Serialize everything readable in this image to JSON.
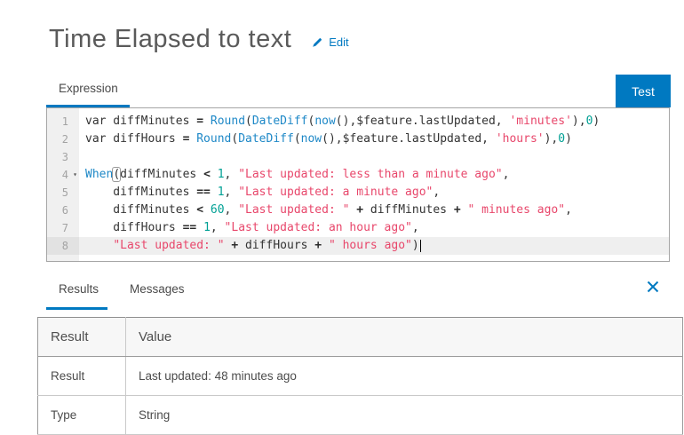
{
  "header": {
    "title": "Time Elapsed to text",
    "edit_label": "Edit"
  },
  "toolbar": {
    "expression_tab_label": "Expression",
    "test_button_label": "Test"
  },
  "colors": {
    "accent": "#0079c1",
    "code_function": "#1e88c7",
    "code_string": "#e8476b",
    "code_number": "#00a094",
    "active_line_bg": "#efefef"
  },
  "editor": {
    "lines": [
      {
        "num": "1",
        "tokens": [
          {
            "t": "var diffMinutes ",
            "c": "d"
          },
          {
            "t": "=",
            "c": "o"
          },
          {
            "t": " ",
            "c": "d"
          },
          {
            "t": "Round",
            "c": "k"
          },
          {
            "t": "(",
            "c": "d"
          },
          {
            "t": "DateDiff",
            "c": "k"
          },
          {
            "t": "(",
            "c": "d"
          },
          {
            "t": "now",
            "c": "k"
          },
          {
            "t": "(),$feature.lastUpdated, ",
            "c": "d"
          },
          {
            "t": "'minutes'",
            "c": "s"
          },
          {
            "t": "),",
            "c": "d"
          },
          {
            "t": "0",
            "c": "n"
          },
          {
            "t": ")",
            "c": "d"
          }
        ]
      },
      {
        "num": "2",
        "tokens": [
          {
            "t": "var diffHours ",
            "c": "d"
          },
          {
            "t": "=",
            "c": "o"
          },
          {
            "t": " ",
            "c": "d"
          },
          {
            "t": "Round",
            "c": "k"
          },
          {
            "t": "(",
            "c": "d"
          },
          {
            "t": "DateDiff",
            "c": "k"
          },
          {
            "t": "(",
            "c": "d"
          },
          {
            "t": "now",
            "c": "k"
          },
          {
            "t": "(),$feature.lastUpdated, ",
            "c": "d"
          },
          {
            "t": "'hours'",
            "c": "s"
          },
          {
            "t": "),",
            "c": "d"
          },
          {
            "t": "0",
            "c": "n"
          },
          {
            "t": ")",
            "c": "d"
          }
        ]
      },
      {
        "num": "3",
        "tokens": []
      },
      {
        "num": "4",
        "fold": true,
        "tokens": [
          {
            "t": "When",
            "c": "k"
          },
          {
            "t": "(",
            "c": "m"
          },
          {
            "t": "diffMinutes ",
            "c": "d"
          },
          {
            "t": "<",
            "c": "o"
          },
          {
            "t": " ",
            "c": "d"
          },
          {
            "t": "1",
            "c": "n"
          },
          {
            "t": ", ",
            "c": "d"
          },
          {
            "t": "\"Last updated: less than a minute ago\"",
            "c": "s"
          },
          {
            "t": ",",
            "c": "d"
          }
        ]
      },
      {
        "num": "5",
        "tokens": [
          {
            "t": "    diffMinutes ",
            "c": "d"
          },
          {
            "t": "==",
            "c": "o"
          },
          {
            "t": " ",
            "c": "d"
          },
          {
            "t": "1",
            "c": "n"
          },
          {
            "t": ", ",
            "c": "d"
          },
          {
            "t": "\"Last updated: a minute ago\"",
            "c": "s"
          },
          {
            "t": ",",
            "c": "d"
          }
        ]
      },
      {
        "num": "6",
        "tokens": [
          {
            "t": "    diffMinutes ",
            "c": "d"
          },
          {
            "t": "<",
            "c": "o"
          },
          {
            "t": " ",
            "c": "d"
          },
          {
            "t": "60",
            "c": "n"
          },
          {
            "t": ", ",
            "c": "d"
          },
          {
            "t": "\"Last updated: \"",
            "c": "s"
          },
          {
            "t": " ",
            "c": "d"
          },
          {
            "t": "+",
            "c": "o"
          },
          {
            "t": " diffMinutes ",
            "c": "d"
          },
          {
            "t": "+",
            "c": "o"
          },
          {
            "t": " ",
            "c": "d"
          },
          {
            "t": "\" minutes ago\"",
            "c": "s"
          },
          {
            "t": ",",
            "c": "d"
          }
        ]
      },
      {
        "num": "7",
        "tokens": [
          {
            "t": "    diffHours ",
            "c": "d"
          },
          {
            "t": "==",
            "c": "o"
          },
          {
            "t": " ",
            "c": "d"
          },
          {
            "t": "1",
            "c": "n"
          },
          {
            "t": ", ",
            "c": "d"
          },
          {
            "t": "\"Last updated: an hour ago\"",
            "c": "s"
          },
          {
            "t": ",",
            "c": "d"
          }
        ]
      },
      {
        "num": "8",
        "active": true,
        "cursor": true,
        "tokens": [
          {
            "t": "    ",
            "c": "d"
          },
          {
            "t": "\"Last updated: \"",
            "c": "s"
          },
          {
            "t": " ",
            "c": "d"
          },
          {
            "t": "+",
            "c": "o"
          },
          {
            "t": " diffHours ",
            "c": "d"
          },
          {
            "t": "+",
            "c": "o"
          },
          {
            "t": " ",
            "c": "d"
          },
          {
            "t": "\" hours ago\"",
            "c": "s"
          },
          {
            "t": ")",
            "c": "d"
          }
        ]
      }
    ]
  },
  "results_panel": {
    "tabs": [
      {
        "label": "Results",
        "active": true
      },
      {
        "label": "Messages",
        "active": false
      }
    ],
    "table": {
      "headers": [
        "Result",
        "Value"
      ],
      "rows": [
        [
          "Result",
          "Last updated: 48 minutes ago"
        ],
        [
          "Type",
          "String"
        ]
      ]
    }
  }
}
